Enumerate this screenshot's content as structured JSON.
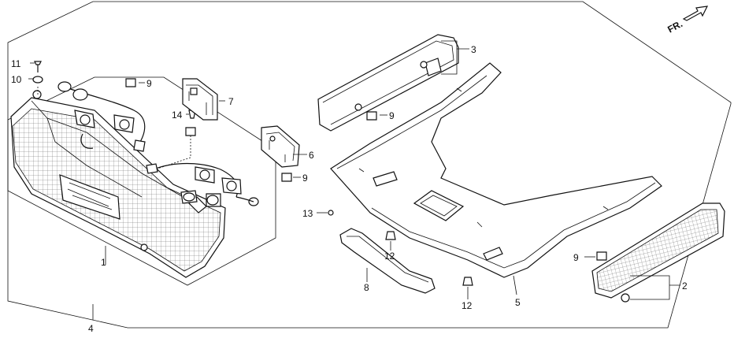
{
  "direction_indicator": {
    "text": "FR."
  },
  "callouts": {
    "c1": "1",
    "c2": "2",
    "c3": "3",
    "c4": "4",
    "c5": "5",
    "c6": "6",
    "c7": "7",
    "c8": "8",
    "c9a": "9",
    "c9b": "9",
    "c9c": "9",
    "c9d": "9",
    "c10": "10",
    "c11": "11",
    "c12a": "12",
    "c12b": "12",
    "c13": "13",
    "c14": "14"
  }
}
